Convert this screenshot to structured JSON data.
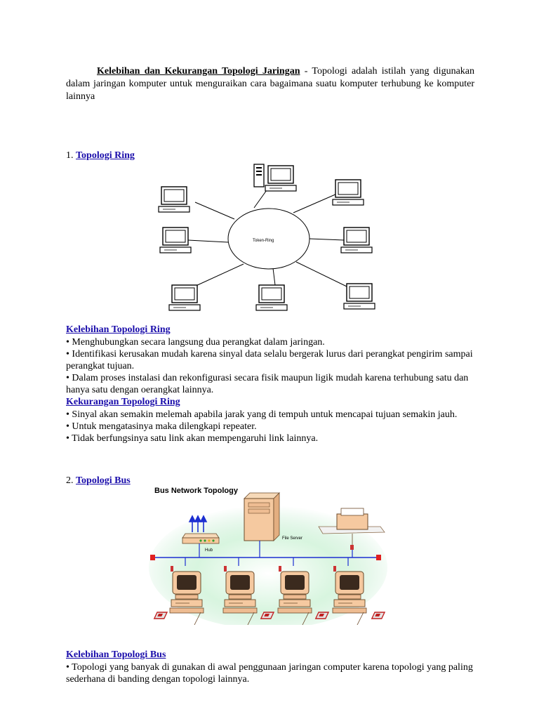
{
  "intro": {
    "title": "Kelebihan dan Kekurangan Topologi Jaringan",
    "text": " - Topologi adalah istilah yang digunakan dalam jaringan komputer untuk menguraikan cara bagaimana suatu komputer terhubung ke komputer lainnya"
  },
  "ring": {
    "number": "1. ",
    "title": "Topologi Ring",
    "diagram_label": "Token-Ring",
    "adv_title": "Kelebihan Topologi Ring",
    "adv": [
      "• Menghubungkan secara langsung dua perangkat dalam jaringan.",
      "• Identifikasi kerusakan mudah karena sinyal data selalu bergerak lurus dari perangkat pengirim sampai perangkat tujuan.",
      "• Dalam proses instalasi dan rekonfigurasi secara fisik maupun ligik mudah karena terhubung satu dan hanya satu dengan oerangkat lainnya."
    ],
    "dis_title": "Kekurangan Topologi Ring",
    "dis": [
      "• Sinyal akan semakin melemah apabila jarak yang di tempuh untuk mencapai tujuan semakin jauh.",
      "• Untuk mengatasinya maka dilengkapi repeater.",
      "• Tidak berfungsinya satu link akan mempengaruhi link lainnya."
    ]
  },
  "bus": {
    "number": "2. ",
    "title": "Topologi Bus",
    "diagram_title": "Bus Network Topology",
    "hub_label": "Hub",
    "server_label": "File Server",
    "adv_title": "Kelebihan Topologi Bus",
    "adv": [
      "• Topologi yang banyak di gunakan di awal penggunaan jaringan computer karena topologi yang paling sederhana di banding dengan topologi lainnya."
    ]
  }
}
